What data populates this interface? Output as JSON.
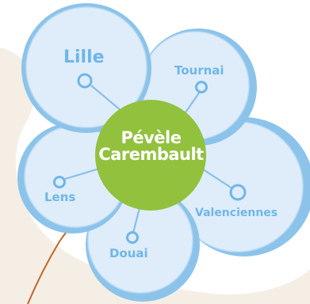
{
  "colors": {
    "petal_fill": "#e6f1fb",
    "petal_ring": "#8cc3ea",
    "petal_ring_light": "#bcdcf4",
    "label": "#6fb6e8",
    "connector": "#88bfe8",
    "center": "#92c13e",
    "map_bg": "#f5eee5",
    "road": "#c2652a"
  },
  "center": {
    "line1": "Pévèle",
    "line2": "Carembault"
  },
  "petals": [
    {
      "id": "lille",
      "label": "Lille",
      "icon": "location-ring-icon"
    },
    {
      "id": "tournai",
      "label": "Tournai",
      "icon": "location-ring-icon"
    },
    {
      "id": "lens",
      "label": "Lens",
      "icon": "location-ring-icon"
    },
    {
      "id": "douai",
      "label": "Douai",
      "icon": "location-ring-icon"
    },
    {
      "id": "valenciennes",
      "label": "Valenciennes",
      "icon": "location-ring-icon"
    }
  ]
}
